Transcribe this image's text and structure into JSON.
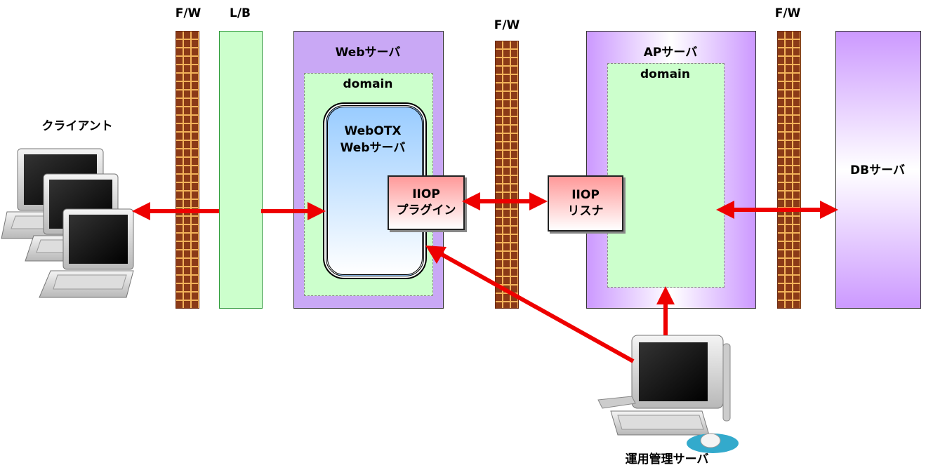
{
  "labels": {
    "fw_1": "F/W",
    "lb": "L/B",
    "fw_2": "F/W",
    "fw_3": "F/W",
    "client": "クライアント",
    "web_server": "Webサーバ",
    "web_domain": "domain",
    "webotx_line1": "WebOTX",
    "webotx_line2": "Webサーバ",
    "iiop_plugin_line1": "IIOP",
    "iiop_plugin_line2": "プラグイン",
    "ap_server": "APサーバ",
    "ap_domain": "domain",
    "iiop_listener_line1": "IIOP",
    "iiop_listener_line2": "リスナ",
    "db_server": "DBサーバ",
    "admin_server": "運用管理サーバ"
  },
  "colors": {
    "arrow": "#ee0000",
    "firewall": "#8b3a17",
    "domain": "#ccffcc",
    "server": "#cc99ff",
    "iiop": "#ff9999"
  }
}
